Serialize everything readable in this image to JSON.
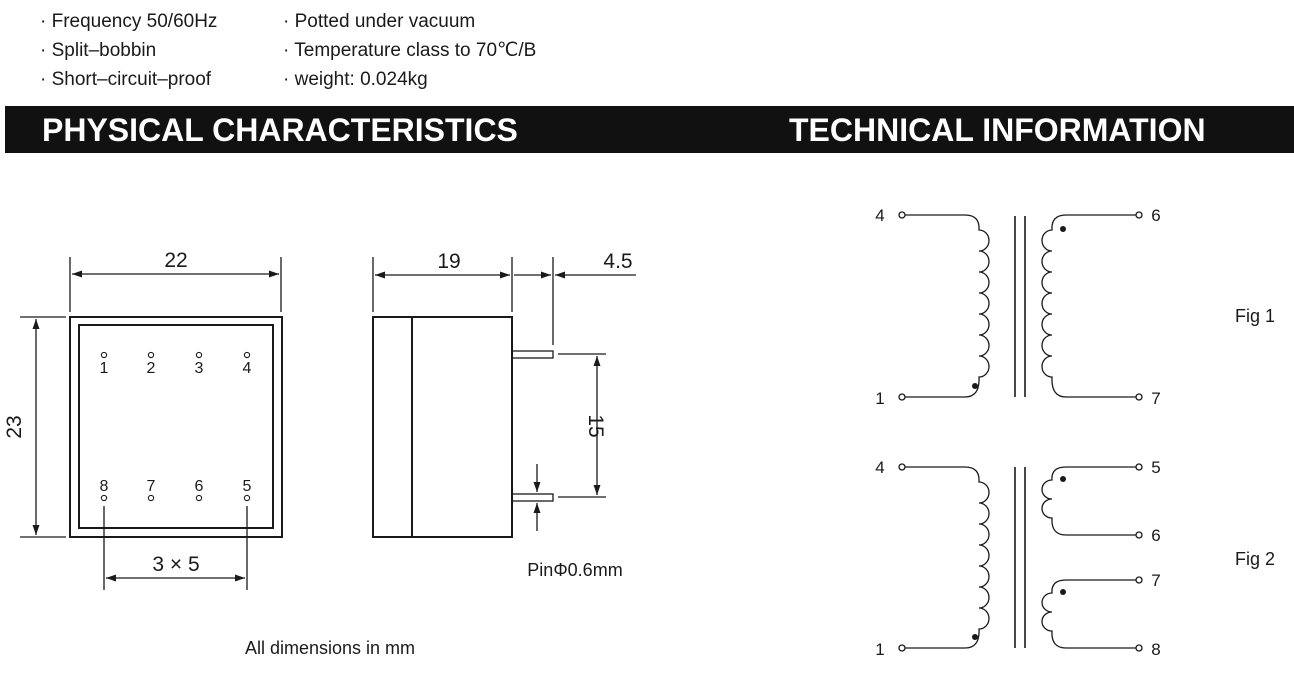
{
  "features": [
    "· Frequency 50/60Hz",
    "· Split–bobbin",
    "· Short–circuit–proof",
    "· Potted under vacuum",
    "· Temperature class to 70℃/B",
    "· weight: 0.024kg"
  ],
  "sections": {
    "physical": "PHYSICAL CHARACTERISTICS",
    "technical": "TECHNICAL INFORMATION"
  },
  "dimensions": {
    "width": "22",
    "height": "23",
    "depth": "19",
    "pin_length": "4.5",
    "pin_row_spacing": "15",
    "pin_pitch": "3 × 5",
    "pin_diameter": "PinΦ0.6mm",
    "note": "All dimensions in mm"
  },
  "pins_top": [
    "1",
    "2",
    "3",
    "4"
  ],
  "pins_bottom": [
    "8",
    "7",
    "6",
    "5"
  ],
  "fig1": {
    "label": "Fig 1",
    "terminals": [
      "4",
      "1",
      "6",
      "7"
    ]
  },
  "fig2": {
    "label": "Fig 2",
    "terminals": [
      "4",
      "1",
      "5",
      "6",
      "7",
      "8"
    ]
  }
}
